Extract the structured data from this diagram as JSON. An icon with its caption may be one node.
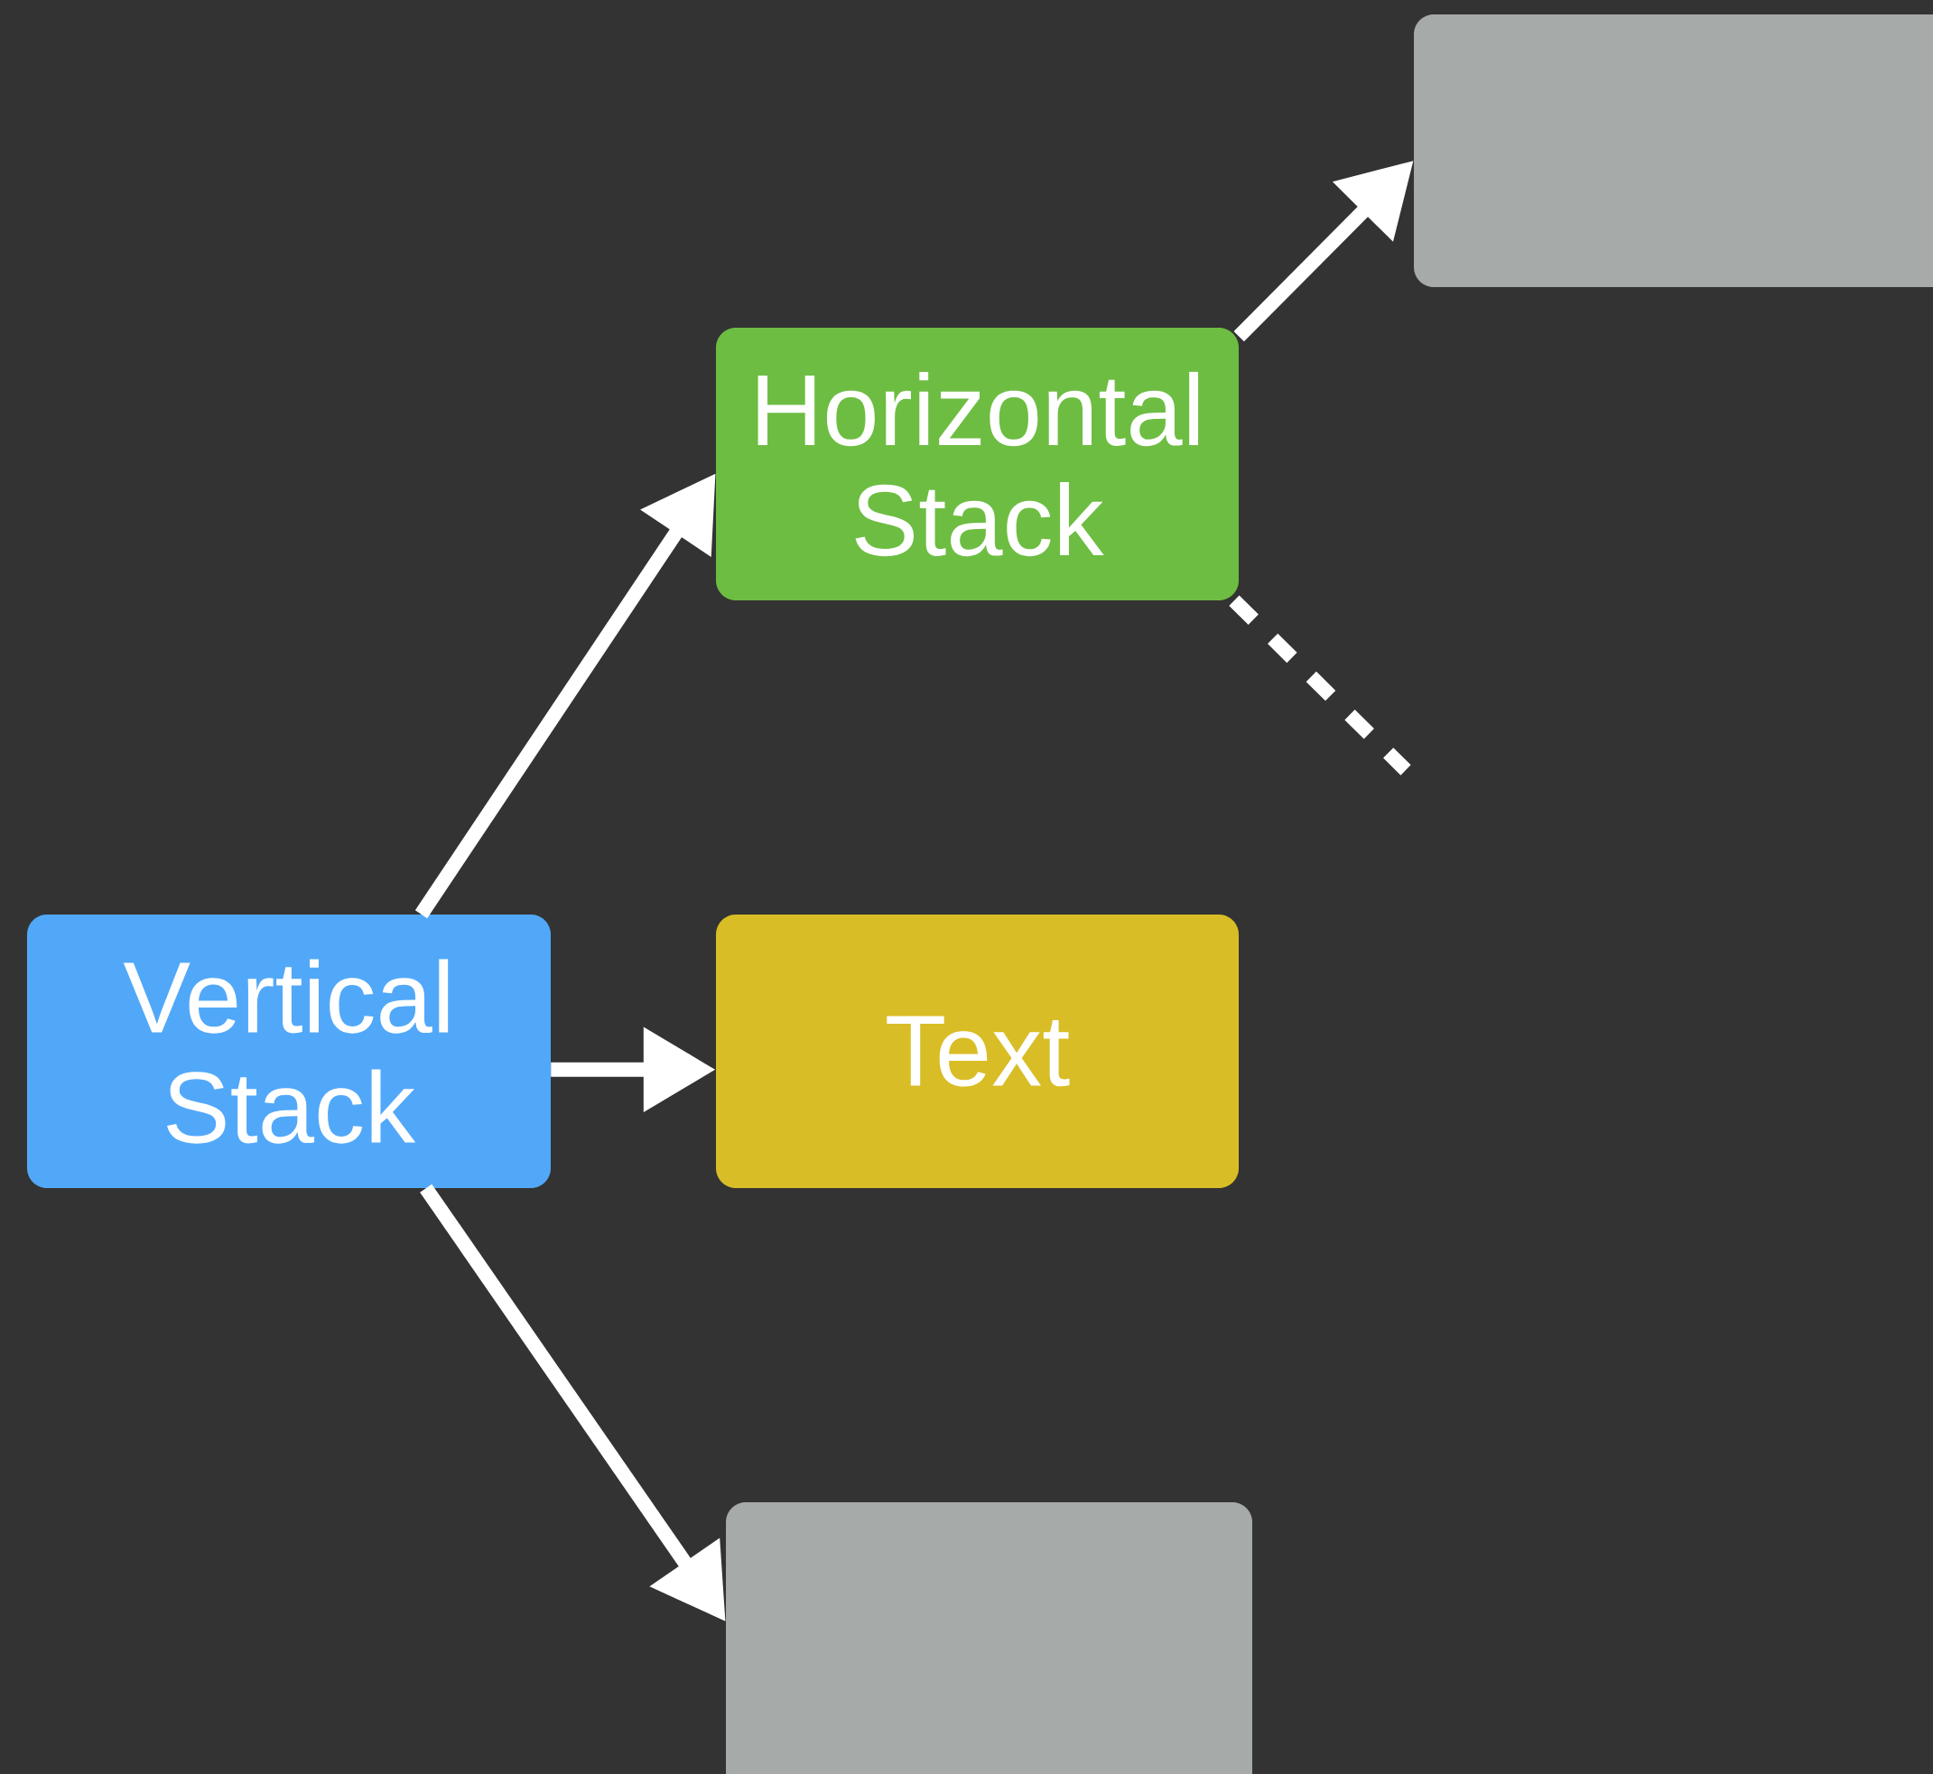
{
  "diagram": {
    "nodes": [
      {
        "text": [
          "Vertical Stack"
        ]
      },
      {
        "text": [
          "Horizontal Stack"
        ]
      },
      {
        "text": [
          "Text"
        ]
      },
      {
        "text": [],
        "shape": "box"
      },
      {
        "text": [],
        "shape": "box"
      }
    ],
    "edges": [
      {
        "from": 0,
        "to": 1,
        "arrow": "to"
      },
      {
        "from": 0,
        "to": 2,
        "arrow": "to"
      },
      {
        "from": 0,
        "to": 3,
        "arrow": "to"
      },
      {
        "from": 1,
        "to": 4,
        "arrow": "to"
      },
      {
        "from": 1,
        "to": null,
        "arrow": "none",
        "style": "dashed"
      }
    ]
  }
}
